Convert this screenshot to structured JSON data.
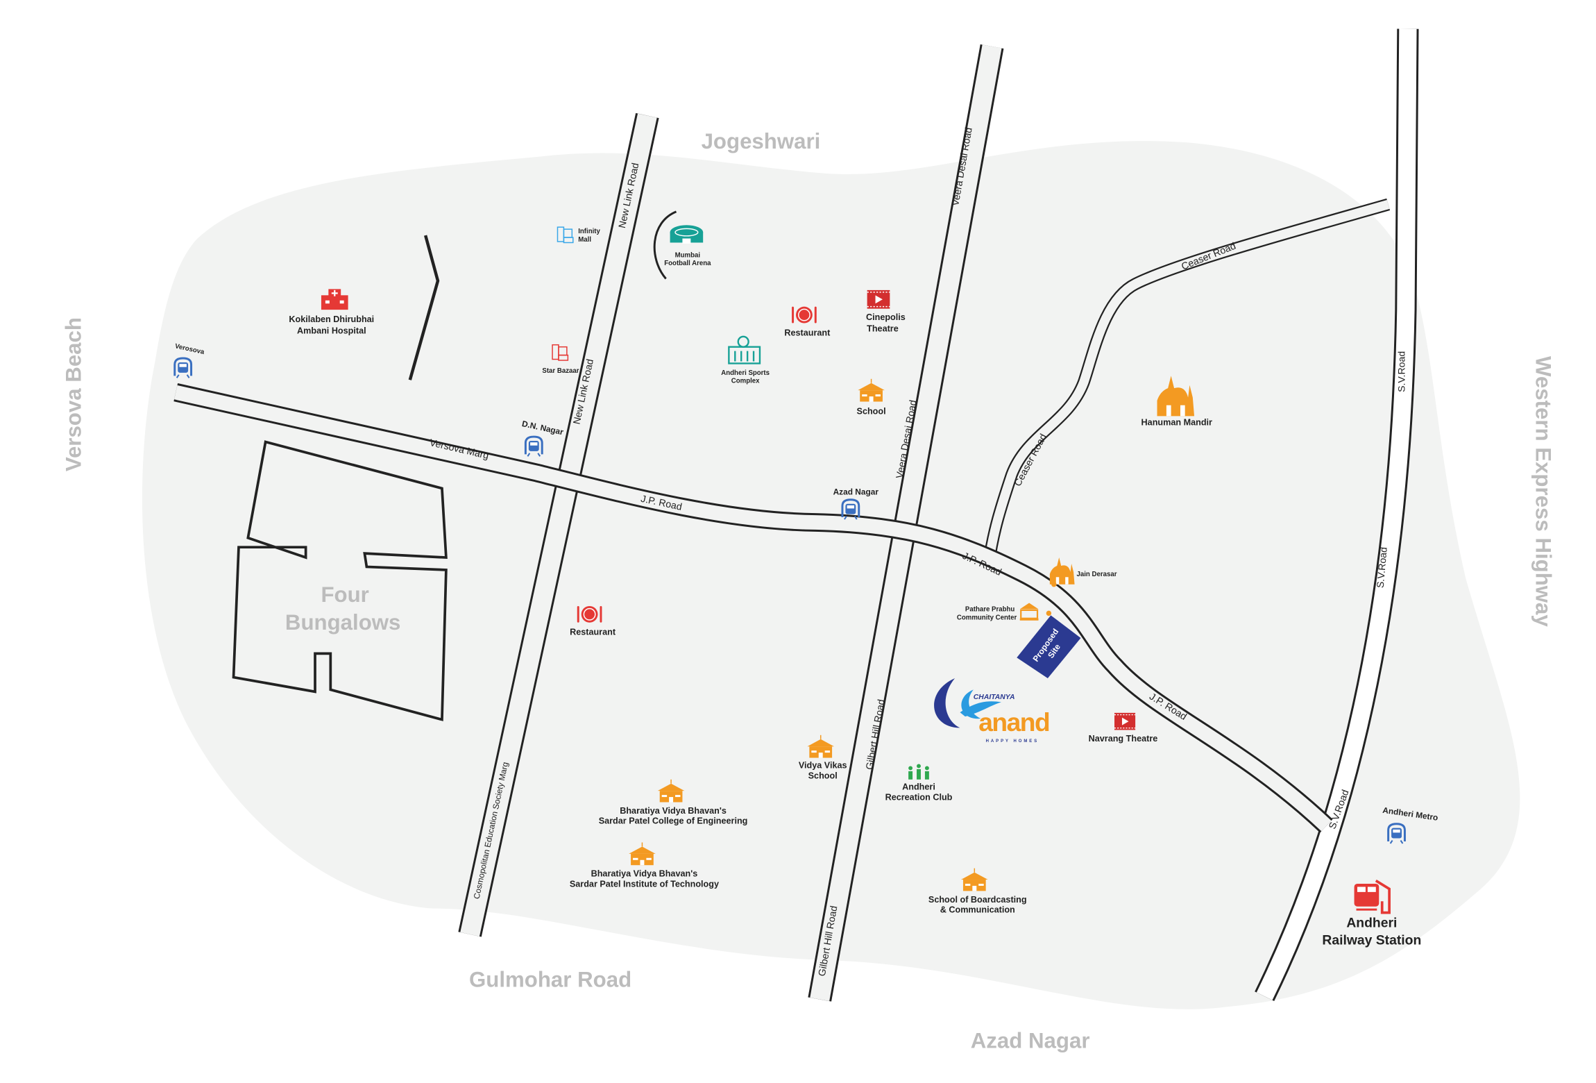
{
  "areas": {
    "jogeshwari": "Jogeshwari",
    "versova_beach": "Versova Beach",
    "western_express_highway": "Western Express Highway",
    "four_bungalows_1": "Four",
    "four_bungalows_2": "Bungalows",
    "gulmohar_road": "Gulmohar Road",
    "azad_nagar": "Azad Nagar"
  },
  "roads": {
    "new_link_road_top": "New Link Road",
    "new_link_road_mid": "New Link Road",
    "veera_desai_top": "Veera Desai Road",
    "veera_desai_mid": "Veera Desai Road",
    "versova_marg": "Versova Marg",
    "jp_road_1": "J.P. Road",
    "jp_road_2": "J.P. Road",
    "jp_road_3": "J.P. Road",
    "ceaser_road_1": "Ceaser Road",
    "ceaser_road_2": "Ceaser Road",
    "sv_road_1": "S.V.Road",
    "sv_road_2": "S.V.Road",
    "sv_road_3": "S.V.Road",
    "gilbert_hill_1": "Gilbert Hill Road",
    "gilbert_hill_2": "Gilbert Hill Road",
    "cosmopolitan": "Cosmopolitan Education Society Marg"
  },
  "pois": {
    "infinity_mall": [
      "Infinity",
      "Mall"
    ],
    "football_arena": [
      "Mumbai",
      "Football Arena"
    ],
    "kokilaben": [
      "Kokilaben Dhirubhai",
      "Ambani Hospital"
    ],
    "verosova": "Verosova",
    "star_bazaar": "Star Bazaar",
    "dn_nagar": "D.N. Nagar",
    "sports_complex": [
      "Andheri Sports",
      "Complex"
    ],
    "restaurant_1": "Restaurant",
    "cinepolis": [
      "Cinepolis",
      "Theatre"
    ],
    "school": "School",
    "hanuman_mandir": "Hanuman Mandir",
    "azad_nagar_metro": "Azad Nagar",
    "jain_derasar": "Jain Derasar",
    "pathare_prabhu": [
      "Pathare Prabhu",
      "Community Center"
    ],
    "proposed_site": [
      "Proposed",
      "Site"
    ],
    "restaurant_2": "Restaurant",
    "navrang": "Navrang Theatre",
    "vidya_vikas": [
      "Vidya Vikas",
      "School"
    ],
    "recreation_club": [
      "Andheri",
      "Recreation Club"
    ],
    "bvb_engineering": [
      "Bharatiya Vidya Bhavan's",
      "Sardar Patel College of Engineering"
    ],
    "bvb_technology": [
      "Bharatiya Vidya Bhavan's",
      "Sardar Patel Institute of Technology"
    ],
    "boardcasting": [
      "School of Boardcasting",
      "& Communication"
    ],
    "andheri_metro": "Andheri Metro",
    "andheri_station": [
      "Andheri",
      "Railway Station"
    ]
  },
  "logo": {
    "brand": "CHAITANYA",
    "name": "anand",
    "tagline": "HAPPY HOMES"
  },
  "colors": {
    "land": "#f2f3f2",
    "metro": "#3a6fc0",
    "red": "#e53935",
    "orange": "#f39a22",
    "teal": "#17a196",
    "site": "#2b3a91",
    "area_label": "#bcbcbc"
  }
}
